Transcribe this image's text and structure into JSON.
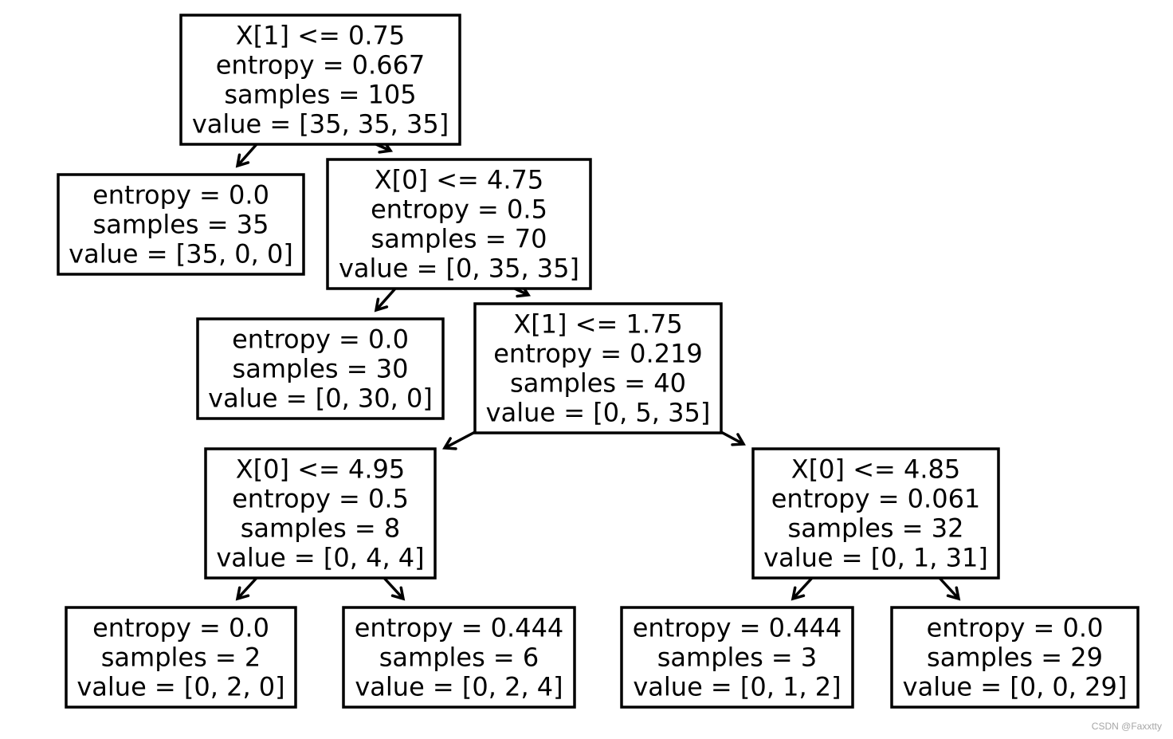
{
  "diagram": {
    "nodes": [
      {
        "id": "n0",
        "lines": [
          "X[1] <= 0.75",
          "entropy = 0.667",
          "samples = 105",
          "value = [35, 35, 35]"
        ]
      },
      {
        "id": "n1",
        "lines": [
          "entropy = 0.0",
          "samples = 35",
          "value = [35, 0, 0]"
        ]
      },
      {
        "id": "n2",
        "lines": [
          "X[0] <= 4.75",
          "entropy = 0.5",
          "samples = 70",
          "value = [0, 35, 35]"
        ]
      },
      {
        "id": "n3",
        "lines": [
          "entropy = 0.0",
          "samples = 30",
          "value = [0, 30, 0]"
        ]
      },
      {
        "id": "n4",
        "lines": [
          "X[1] <= 1.75",
          "entropy = 0.219",
          "samples = 40",
          "value = [0, 5, 35]"
        ]
      },
      {
        "id": "n5",
        "lines": [
          "X[0] <= 4.95",
          "entropy = 0.5",
          "samples = 8",
          "value = [0, 4, 4]"
        ]
      },
      {
        "id": "n6",
        "lines": [
          "X[0] <= 4.85",
          "entropy = 0.061",
          "samples = 32",
          "value = [0, 1, 31]"
        ]
      },
      {
        "id": "n7",
        "lines": [
          "entropy = 0.0",
          "samples = 2",
          "value = [0, 2, 0]"
        ]
      },
      {
        "id": "n8",
        "lines": [
          "entropy = 0.444",
          "samples = 6",
          "value = [0, 2, 4]"
        ]
      },
      {
        "id": "n9",
        "lines": [
          "entropy = 0.444",
          "samples = 3",
          "value = [0, 1, 2]"
        ]
      },
      {
        "id": "n10",
        "lines": [
          "entropy = 0.0",
          "samples = 29",
          "value = [0, 0, 29]"
        ]
      }
    ],
    "edges": [
      {
        "from": "n0",
        "to": "n1"
      },
      {
        "from": "n0",
        "to": "n2"
      },
      {
        "from": "n2",
        "to": "n3"
      },
      {
        "from": "n2",
        "to": "n4"
      },
      {
        "from": "n4",
        "to": "n5"
      },
      {
        "from": "n4",
        "to": "n6"
      },
      {
        "from": "n5",
        "to": "n7"
      },
      {
        "from": "n5",
        "to": "n8"
      },
      {
        "from": "n6",
        "to": "n9"
      },
      {
        "from": "n6",
        "to": "n10"
      }
    ]
  },
  "watermark": "CSDN @Faxxtty",
  "colors": {
    "border": "#000000",
    "background": "#ffffff",
    "watermark": "#a6a6a6"
  }
}
